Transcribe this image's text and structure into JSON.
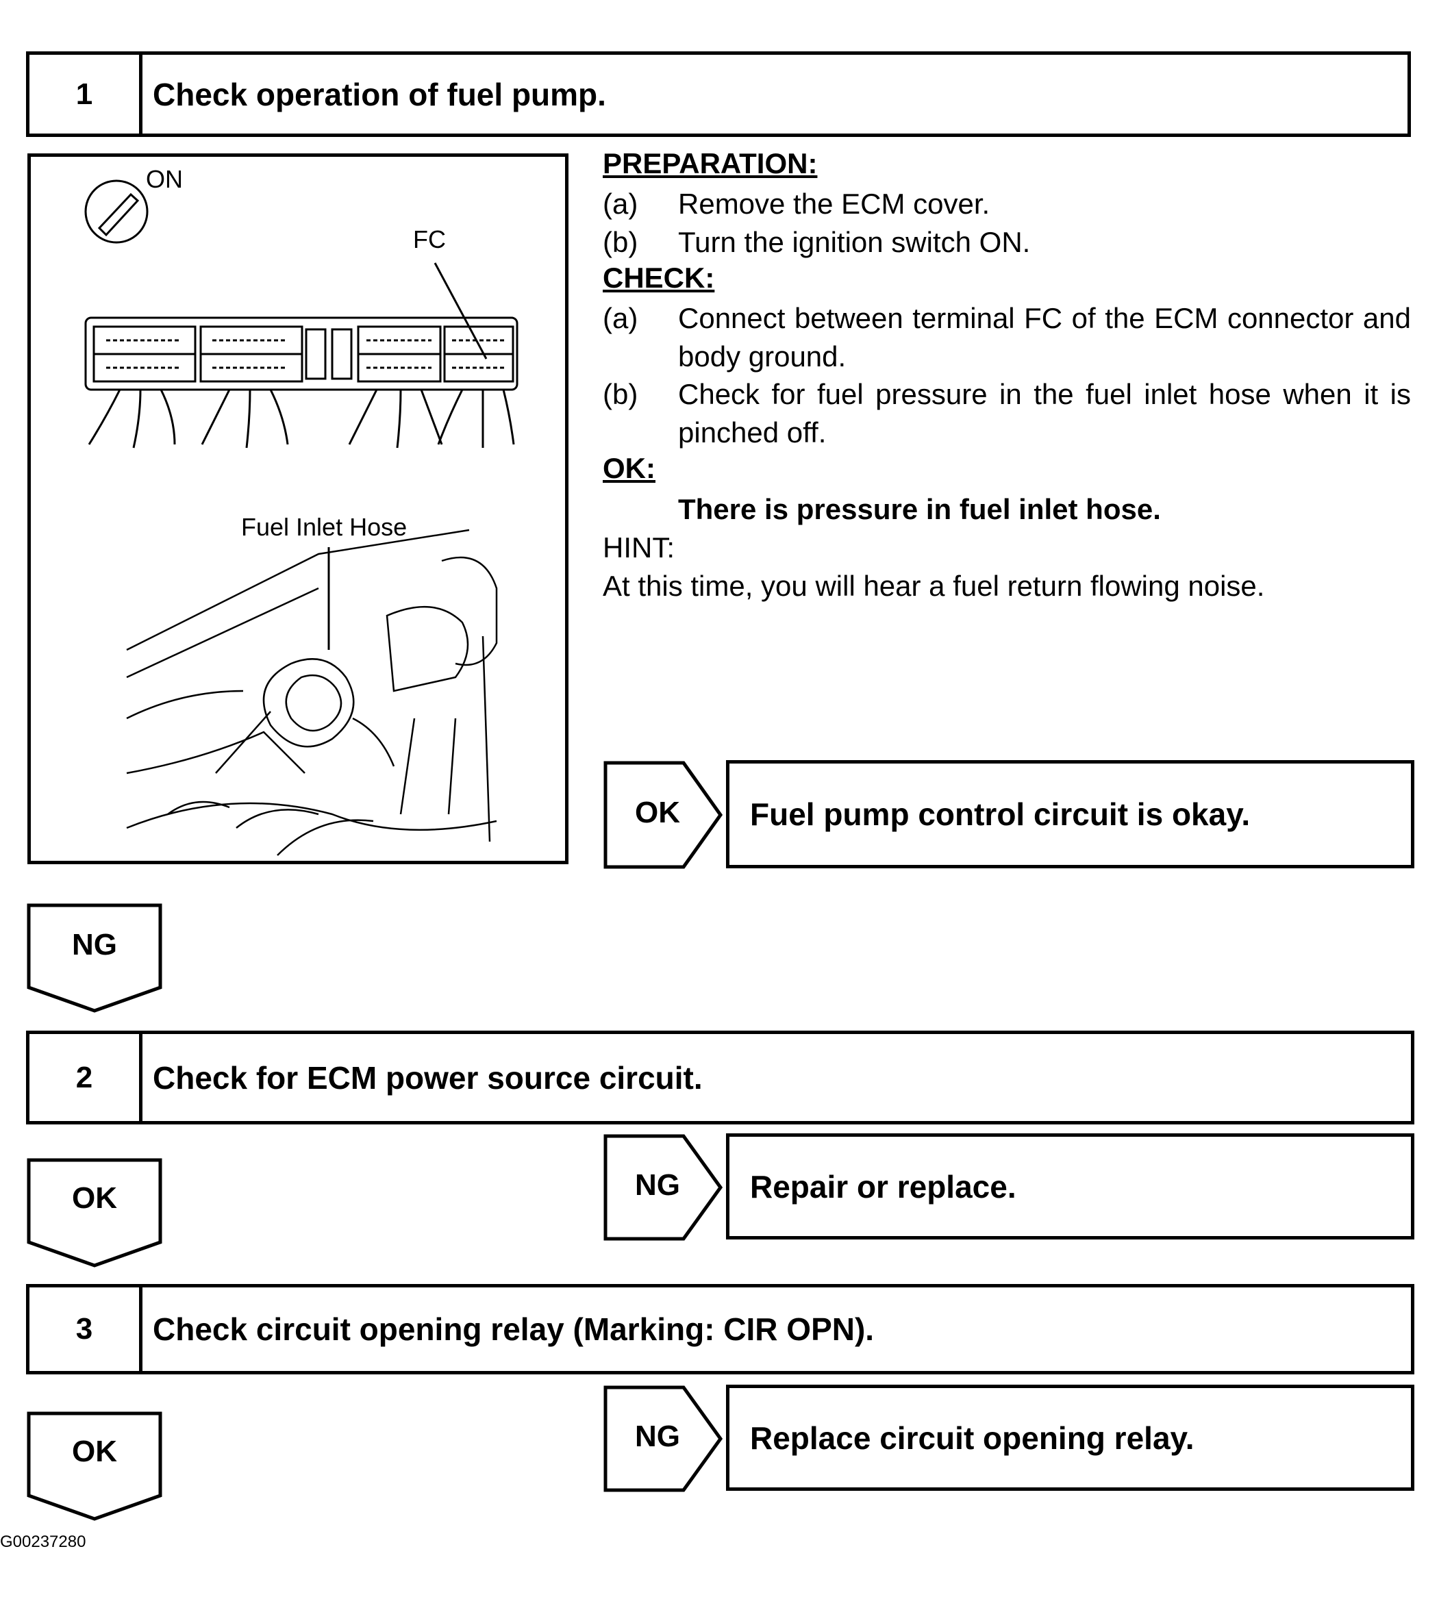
{
  "steps": [
    {
      "number": "1",
      "title": "Check operation of fuel pump."
    },
    {
      "number": "2",
      "title": "Check for ECM power source circuit."
    },
    {
      "number": "3",
      "title": "Check circuit opening relay (Marking: CIR OPN)."
    }
  ],
  "figure": {
    "switch_label": "ON",
    "terminal_label": "FC",
    "hose_label": "Fuel Inlet Hose"
  },
  "preparation": {
    "heading": "PREPARATION:",
    "items": [
      {
        "label": "(a)",
        "text": "Remove the ECM cover."
      },
      {
        "label": "(b)",
        "text": "Turn the ignition switch ON."
      }
    ]
  },
  "check": {
    "heading": "CHECK:",
    "items": [
      {
        "label": "(a)",
        "text": "Connect between terminal FC of the ECM connector and body ground."
      },
      {
        "label": "(b)",
        "text": "Check for fuel pressure in the fuel inlet hose when it is pinched off."
      }
    ]
  },
  "ok_spec": {
    "heading": "OK:",
    "text": "There is pressure in fuel inlet hose."
  },
  "hint": {
    "heading": "HINT:",
    "text": "At this time, you will hear a fuel return flowing noise."
  },
  "branches": {
    "step1_ok": {
      "label": "OK",
      "result": "Fuel pump control circuit is okay."
    },
    "step1_ng": {
      "label": "NG"
    },
    "step2_ok": {
      "label": "OK"
    },
    "step2_ng": {
      "label": "NG",
      "result": "Repair or replace."
    },
    "step3_ok": {
      "label": "OK"
    },
    "step3_ng": {
      "label": "NG",
      "result": "Replace circuit opening relay."
    }
  },
  "figure_code": "G00237280"
}
